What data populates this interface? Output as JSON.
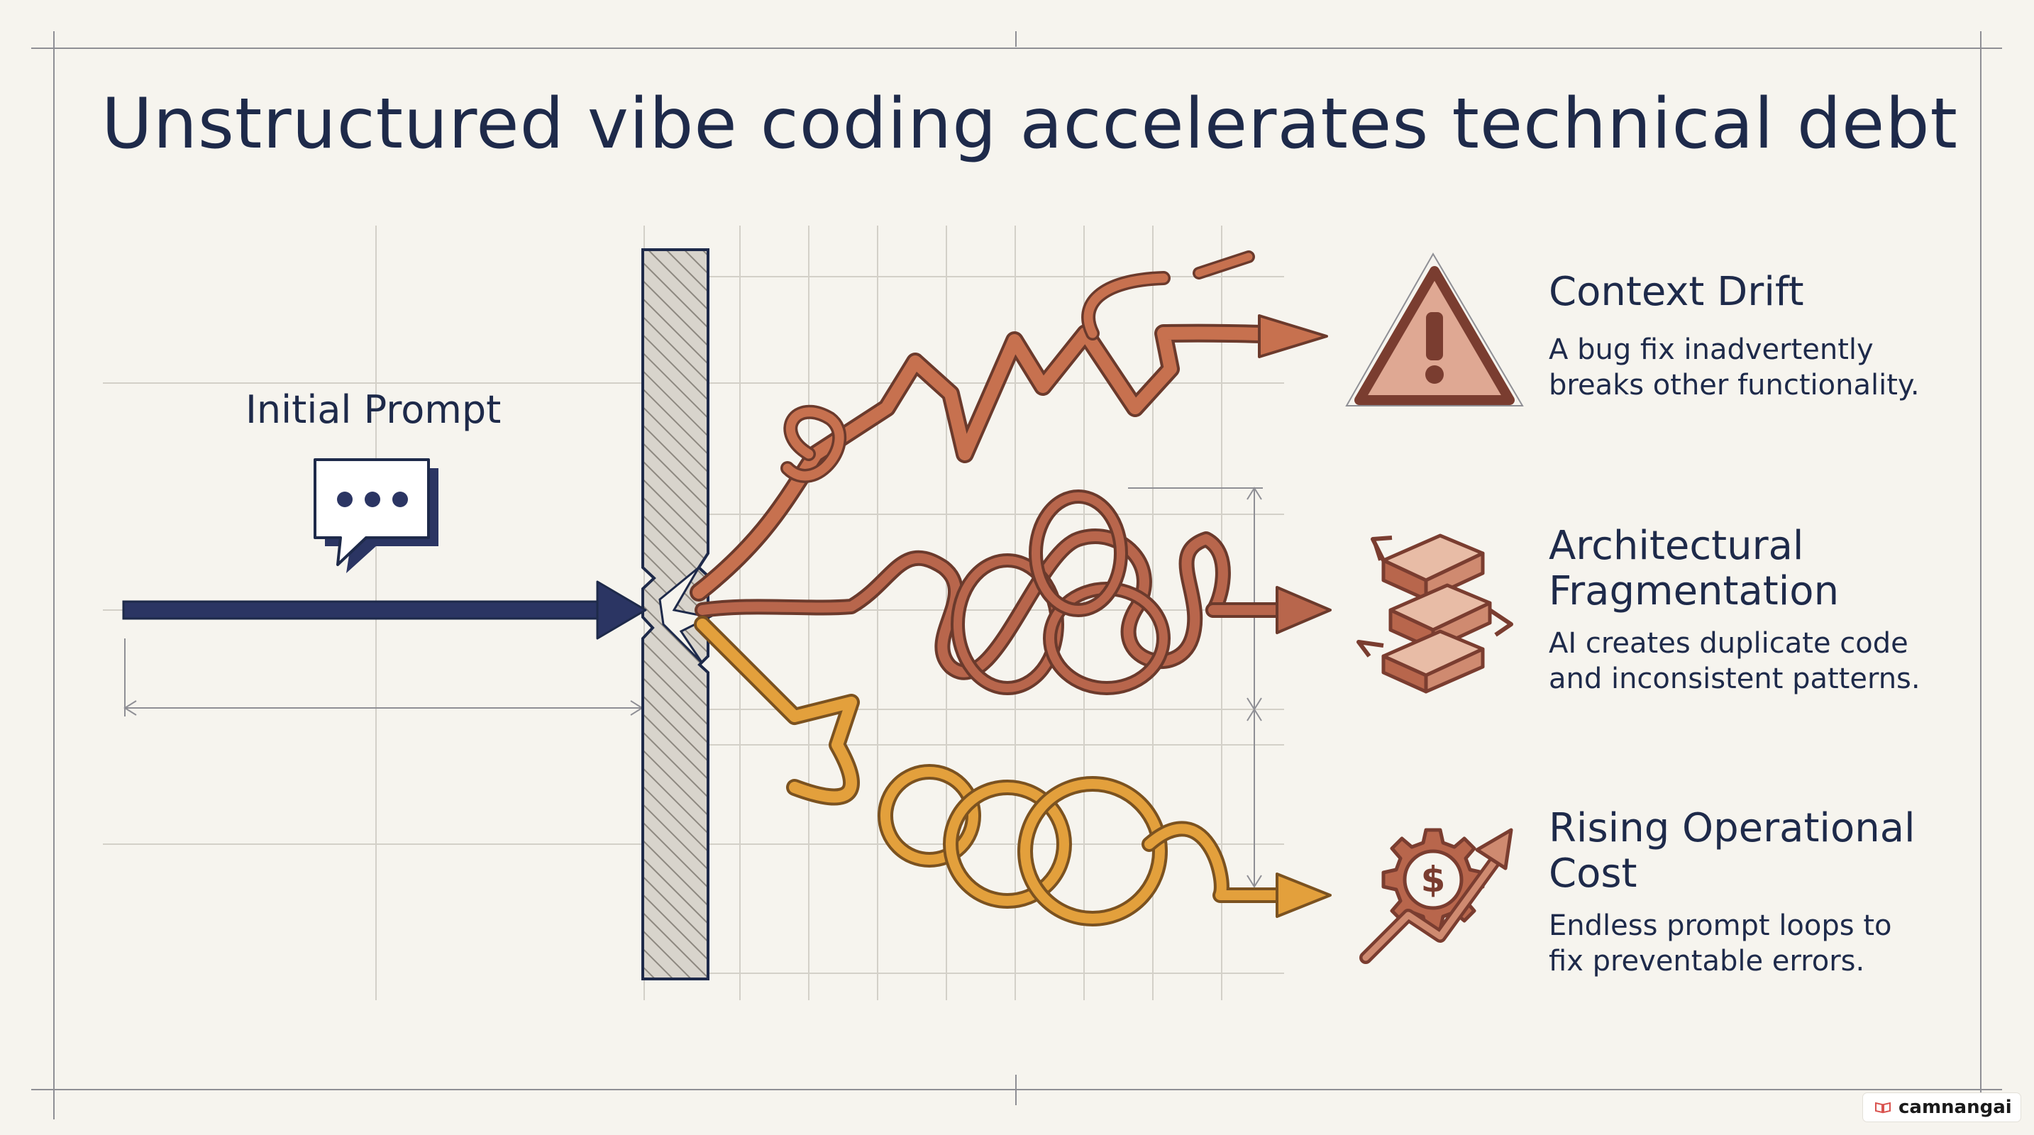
{
  "title": "Unstructured vibe coding accelerates technical debt",
  "prompt_label": "Initial Prompt",
  "items": [
    {
      "title_lines": [
        "Context Drift"
      ],
      "desc_lines": [
        "A bug fix inadvertently",
        "breaks other functionality."
      ],
      "icon": "warning-triangle-icon"
    },
    {
      "title_lines": [
        "Architectural",
        "Fragmentation"
      ],
      "desc_lines": [
        "AI creates duplicate code",
        "and inconsistent patterns."
      ],
      "icon": "fragmented-blocks-icon"
    },
    {
      "title_lines": [
        "Rising Operational",
        "Cost"
      ],
      "desc_lines": [
        "Endless prompt loops to",
        "fix preventable errors."
      ],
      "icon": "dollar-gear-icon"
    }
  ],
  "watermark": "camnangai",
  "colors": {
    "ink": "#1e2a4a",
    "drift": "#c7714f",
    "fragmentation": "#b8664c",
    "cost": "#e3a03c",
    "icon_fill": "#dfa893",
    "grid": "#d3d0c8"
  }
}
